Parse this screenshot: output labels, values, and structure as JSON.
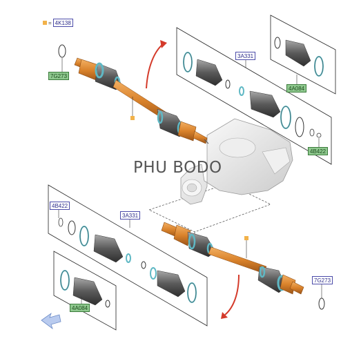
{
  "legend": {
    "symbol": "=",
    "code": "4K138"
  },
  "watermark": "PHU BODO",
  "callouts": {
    "top_7g273": "7G273",
    "top_3a331": "3A331",
    "top_4a084": "4A084",
    "top_4b422": "4B422",
    "bot_4b422": "4B422",
    "bot_3a331": "3A331",
    "bot_7g273": "7G273",
    "bot_4a084": "4A084"
  },
  "colors": {
    "shaft": "#d9822b",
    "boot": "#6e6e6e",
    "clamp": "#5fb8c4",
    "ring": "#8ecfe0",
    "arrow_red": "#d43a2a",
    "callout_green": "#8fc98f",
    "nav_arrow": "#8aa8d8"
  },
  "icons": {
    "nav": "navigate-arrow-icon",
    "rotate": "rotation-arrow-icon"
  }
}
